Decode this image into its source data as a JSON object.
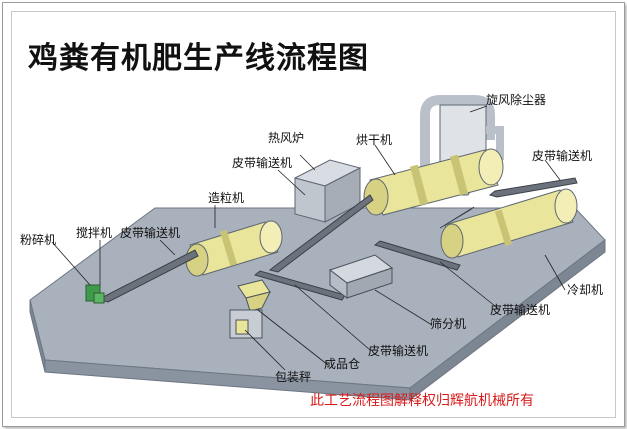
{
  "title": "鸡粪有机肥生产线流程图",
  "labels": {
    "cyclone": "旋风除尘器",
    "hot_air_furnace": "热风炉",
    "dryer": "烘干机",
    "belt_conveyor_upper_left": "皮带输送机",
    "belt_conveyor_upper_right": "皮带输送机",
    "granulator": "造粒机",
    "crusher": "粉碎机",
    "mixer": "搅拌机",
    "belt_conveyor_granulator": "皮带输送机",
    "cooler": "冷却机",
    "belt_conveyor_cooler": "皮带输送机",
    "screener": "筛分机",
    "belt_conveyor_screen": "皮带输送机",
    "finished_bin": "成品仓",
    "packing_scale": "包装秤"
  },
  "copyright": "此工艺流程图解释权归辉航机械所有",
  "colors": {
    "platform_top": "#a9b1bc",
    "platform_side": "#8f99a6",
    "drum": "#e9e59a",
    "drum_dark": "#c9c475",
    "machine_grey": "#c3c9d1",
    "copyright_red": "#d81a1a"
  }
}
